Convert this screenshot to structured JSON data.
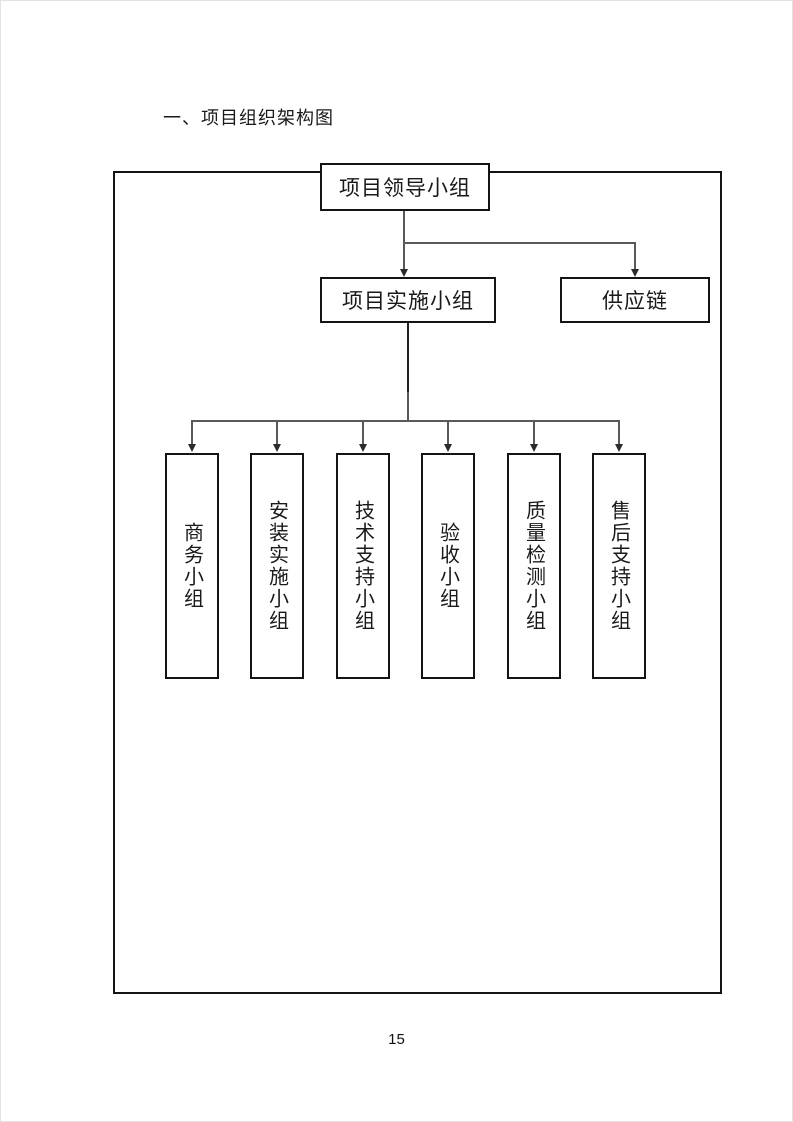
{
  "page": {
    "title": "一、项目组织架构图",
    "page_number": "15"
  },
  "org_chart": {
    "type": "org-tree",
    "root": {
      "label": "项目领导小组"
    },
    "level2": [
      {
        "label": "项目实施小组"
      },
      {
        "label": "供应链"
      }
    ],
    "level3": [
      {
        "label": "商务小组"
      },
      {
        "label": "安装实施小组"
      },
      {
        "label": "技术支持小组"
      },
      {
        "label": "验收小组"
      },
      {
        "label": "质量检测小组"
      },
      {
        "label": "售后支持小组"
      }
    ],
    "edges": [
      "项目领导小组 -> 项目实施小组",
      "项目领导小组 -> 供应链",
      "项目实施小组 -> 商务小组",
      "项目实施小组 -> 安装实施小组",
      "项目实施小组 -> 技术支持小组",
      "项目实施小组 -> 验收小组",
      "项目实施小组 -> 质量检测小组",
      "项目实施小组 -> 售后支持小组"
    ],
    "colors": {
      "box_border": "#141414",
      "connector": "#595959",
      "arrowhead": "#2b2b2b",
      "background": "#ffffff"
    }
  }
}
